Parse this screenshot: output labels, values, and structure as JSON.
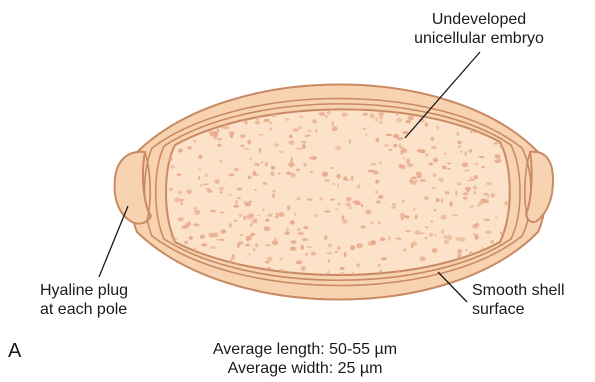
{
  "labels": {
    "embryo_line1": "Undeveloped",
    "embryo_line2": "unicellular embryo",
    "plug_line1": "Hyaline plug",
    "plug_line2": "at each pole",
    "shell_line1": "Smooth shell",
    "shell_line2": "surface",
    "panel_letter": "A",
    "length": "Average length: 50-55 µm",
    "width": "Average width: 25 µm"
  },
  "colors": {
    "shell_fill": "#f8d3b2",
    "shell_stroke": "#c98a63",
    "interior_fill": "#fbe2c9",
    "speckle": "#e8a98a",
    "leader": "#1a1a1a"
  }
}
